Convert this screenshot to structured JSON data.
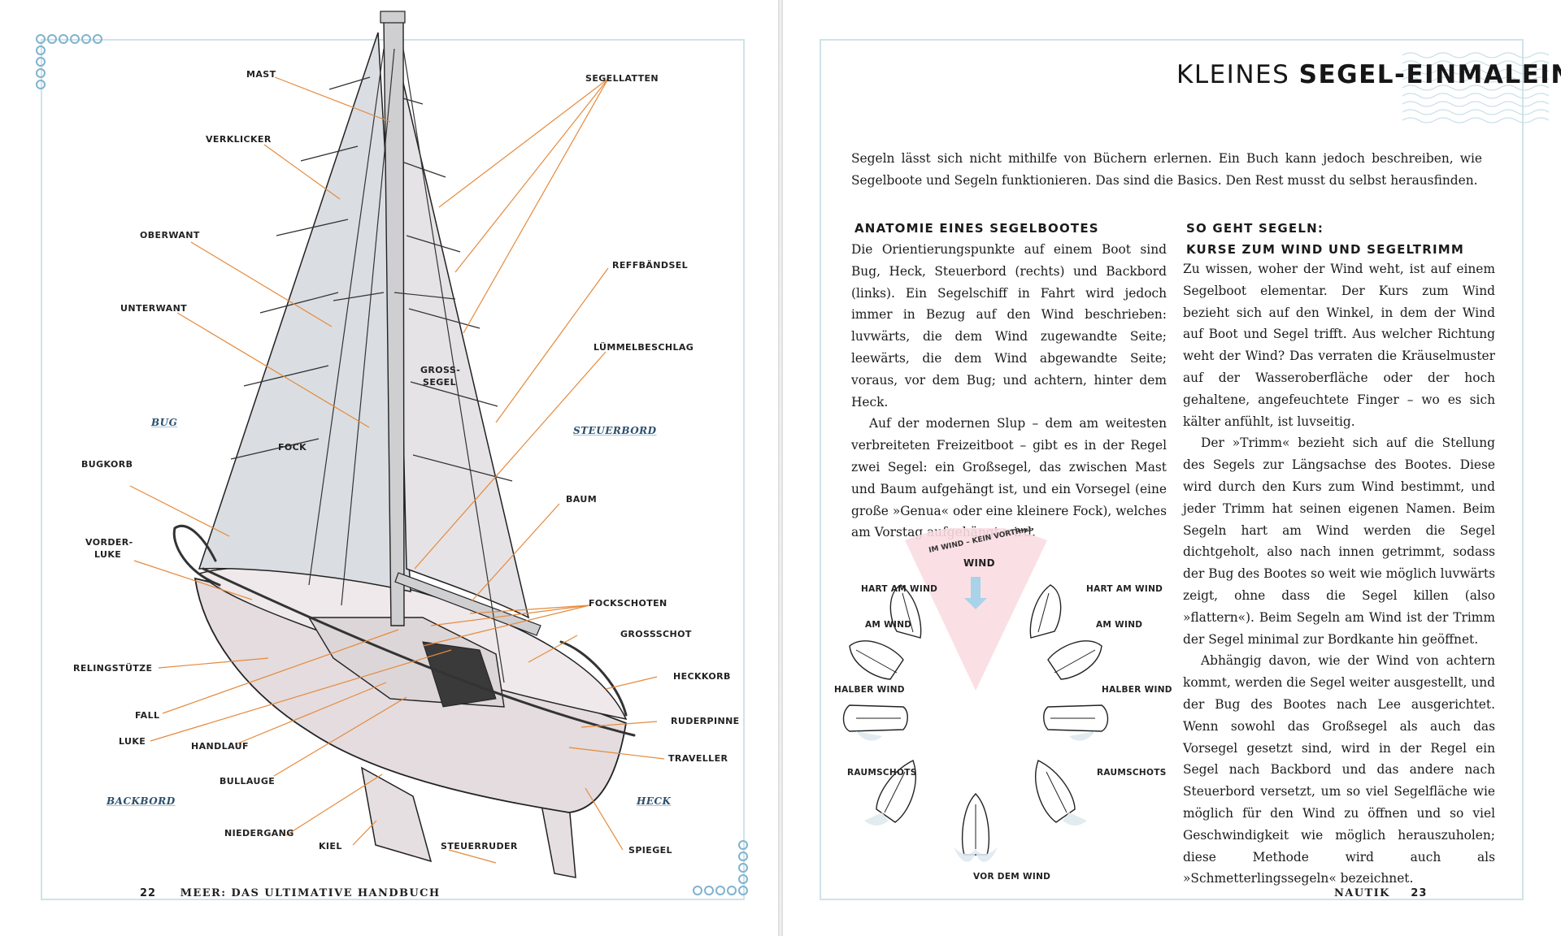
{
  "left_page": {
    "labels": {
      "mast": "MAST",
      "verklicker": "VERKLICKER",
      "oberwant": "OBERWANT",
      "unterwant": "UNTERWANT",
      "bugkorb": "BUGKORB",
      "vorderluke_1": "VORDER-",
      "vorderluke_2": "LUKE",
      "relingstuetze": "RELINGSTÜTZE",
      "fall": "FALL",
      "luke": "LUKE",
      "handlauf": "HANDLAUF",
      "bullauge": "BULLAUGE",
      "niedergang": "NIEDERGANG",
      "kiel": "KIEL",
      "steuerruder": "STEUERRUDER",
      "spiegel": "SPIEGEL",
      "segellatten": "SEGELLATTEN",
      "reffbaendsel": "REFFBÄNDSEL",
      "luemmelbeschlag": "LÜMMELBESCHLAG",
      "baum": "BAUM",
      "fockschoten": "FOCKSCHOTEN",
      "grossschot": "GROSSSCHOT",
      "heckkorb": "HECKKORB",
      "ruderpinne": "RUDERPINNE",
      "traveller": "TRAVELLER",
      "fock": "FOCK",
      "grosssegel_1": "GROSS-",
      "grosssegel_2": "SEGEL"
    },
    "directions": {
      "bug": "BUG",
      "steuerbord": "STEUERBORD",
      "backbord": "BACKBORD",
      "heck": "HECK"
    },
    "folio": {
      "number": "22",
      "title": "MEER: DAS ULTIMATIVE HANDBUCH"
    }
  },
  "right_page": {
    "title_light": "KLEINES ",
    "title_bold": "SEGEL-EINMALEINS",
    "intro": "Segeln lässt sich nicht mithilfe von Büchern erlernen. Ein Buch kann jedoch beschreiben, wie Segelboote und Segeln funktionieren. Das sind die Basics. Den Rest musst du selbst herausfinden.",
    "col1": {
      "heading": "ANATOMIE EINES SEGELBOOTES",
      "p1": "Die Orientierungspunkte auf einem Boot sind Bug, Heck, Steuerbord (rechts) und Backbord (links). Ein Segelschiff in Fahrt wird jedoch immer in Bezug auf den Wind beschrieben: luvwärts, die dem Wind zugewandte Seite; leewärts, die dem Wind abgewandte Seite; voraus, vor dem Bug; und achtern, hinter dem Heck.",
      "p2": "Auf der modernen Slup – dem am weitesten verbreiteten Freizeitboot – gibt es in der Regel zwei Segel: ein Großsegel, das zwischen Mast und Baum aufgehängt ist, und ein Vorsegel (eine große »Genua« oder eine kleinere Fock), welches am Vorstag aufgehängt wird."
    },
    "col2": {
      "heading_1": "SO GEHT SEGELN:",
      "heading_2": "KURSE ZUM WIND UND SEGELTRIMM",
      "p1": "Zu wissen, woher der Wind weht, ist auf einem Segelboot elementar. Der Kurs zum Wind bezieht sich auf den Winkel, in dem der Wind auf Boot und Segel trifft. Aus welcher Richtung weht der Wind? Das verraten die Kräuselmuster auf der Wasseroberfläche oder der hoch gehaltene, angefeuchtete Finger – wo es sich kälter anfühlt, ist luvseitig.",
      "p2": "Der »Trimm« bezieht sich auf die Stellung des Segels zur Längsachse des Bootes. Diese wird durch den Kurs zum Wind bestimmt, und jeder Trimm hat seinen eigenen Namen. Beim Segeln hart am Wind werden die Segel dichtgeholt, also nach innen getrimmt, sodass der Bug des Bootes so weit wie möglich luvwärts zeigt, ohne dass die Segel killen (also »flattern«). Beim Segeln am Wind ist der Trimm der Segel minimal zur Bordkante hin geöffnet.",
      "p3": "Abhängig davon, wie der Wind von achtern kommt, werden die Segel weiter ausgestellt, und der Bug des Bootes nach Lee ausgerichtet. Wenn sowohl das Großsegel als auch das Vorsegel gesetzt sind, wird in der Regel ein Segel nach Backbord und das andere nach Steuerbord versetzt, um so viel Segelfläche wie möglich für den Wind zu öffnen und so viel Geschwindigkeit wie möglich herauszuholen; diese Methode wird auch als »Schmetterlingssegeln« bezeichnet."
    },
    "diagram": {
      "no_go": "IM WIND – KEIN VORTRIEB",
      "wind": "WIND",
      "hart_am_wind": "HART AM WIND",
      "am_wind": "AM WIND",
      "halber_wind": "HALBER WIND",
      "raumschots": "RAUMSCHOTS",
      "vor_dem_wind": "VOR DEM WIND"
    },
    "folio": {
      "number": "23",
      "title": "NAUTIK"
    }
  }
}
